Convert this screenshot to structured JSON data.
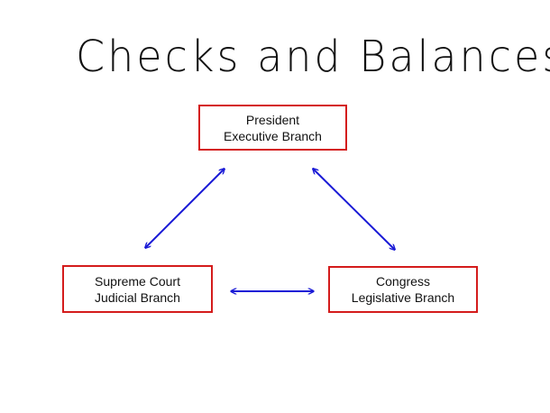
{
  "title": "Checks and Balances",
  "colors": {
    "box_border": "#d41c1c",
    "arrow": "#1a1ad6",
    "text": "#111111"
  },
  "branches": {
    "executive": {
      "line1": "President",
      "line2": "Executive Branch"
    },
    "judicial": {
      "line1": "Supreme Court",
      "line2": "Judicial Branch"
    },
    "legislative": {
      "line1": "Congress",
      "line2": "Legislative Branch"
    }
  },
  "connections": [
    {
      "from": "executive",
      "to": "judicial",
      "type": "double-arrow"
    },
    {
      "from": "executive",
      "to": "legislative",
      "type": "double-arrow"
    },
    {
      "from": "judicial",
      "to": "legislative",
      "type": "double-arrow"
    }
  ]
}
